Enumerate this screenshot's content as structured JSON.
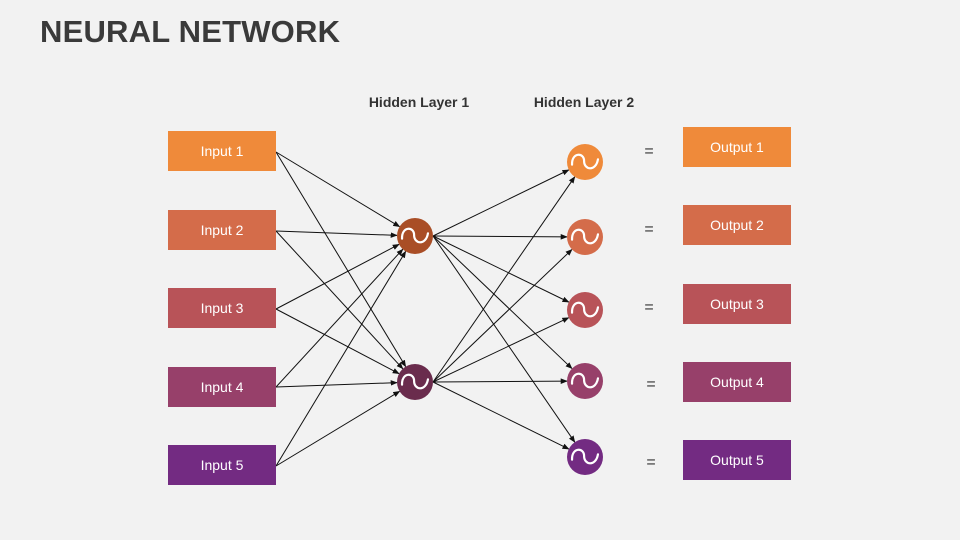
{
  "title": "NEURAL NETWORK",
  "layers": {
    "hidden1_label": "Hidden Layer 1",
    "hidden2_label": "Hidden Layer 2"
  },
  "inputs": [
    {
      "label": "Input 1",
      "color": "#ef8a3a"
    },
    {
      "label": "Input 2",
      "color": "#d46c4a"
    },
    {
      "label": "Input 3",
      "color": "#b85358"
    },
    {
      "label": "Input 4",
      "color": "#97406a"
    },
    {
      "label": "Input 5",
      "color": "#732b82"
    }
  ],
  "hidden1": [
    {
      "color": "#a94e26"
    },
    {
      "color": "#6a2c4d"
    }
  ],
  "hidden2": [
    {
      "color": "#ef8a3a"
    },
    {
      "color": "#d46c4a"
    },
    {
      "color": "#b85358"
    },
    {
      "color": "#97406a"
    },
    {
      "color": "#732b82"
    }
  ],
  "equals": [
    "=",
    "=",
    "=",
    "=",
    "="
  ],
  "outputs": [
    {
      "label": "Output 1",
      "color": "#ef8a3a"
    },
    {
      "label": "Output 2",
      "color": "#d46c4a"
    },
    {
      "label": "Output 3",
      "color": "#b85358"
    },
    {
      "label": "Output 4",
      "color": "#97406a"
    },
    {
      "label": "Output 5",
      "color": "#732b82"
    }
  ]
}
